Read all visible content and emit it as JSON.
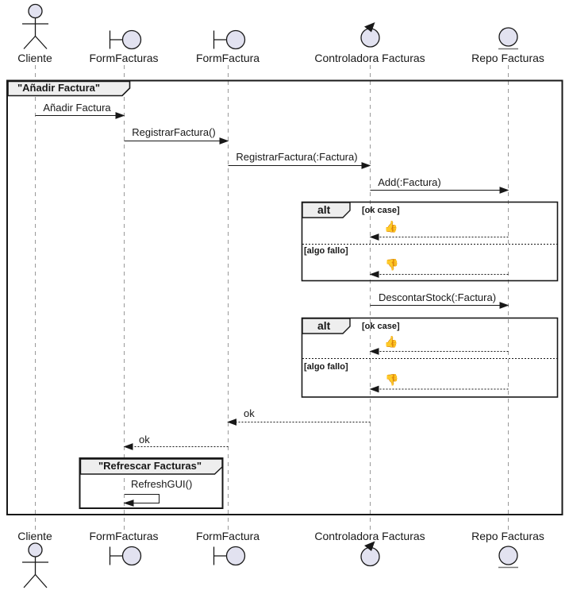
{
  "diagram": {
    "type": "uml-sequence",
    "main_frame_title": "\"Añadir Factura\"",
    "inner_frame_title": "\"Refrescar Facturas\"",
    "colors": {
      "participant_fill": "#E2E2F0",
      "stroke": "#181818",
      "frame_header_fill": "#EEEEEE",
      "lifeline": "#999999"
    }
  },
  "participants": [
    {
      "name": "Cliente",
      "type": "actor"
    },
    {
      "name": "FormFacturas",
      "type": "boundary"
    },
    {
      "name": "FormFactura",
      "type": "boundary"
    },
    {
      "name": "Controladora Facturas",
      "type": "control"
    },
    {
      "name": "Repo Facturas",
      "type": "entity"
    }
  ],
  "alt_blocks": [
    {
      "operator": "alt",
      "guards": [
        "[ok case]",
        "[algo fallo]"
      ]
    },
    {
      "operator": "alt",
      "guards": [
        "[ok case]",
        "[algo fallo]"
      ]
    }
  ],
  "messages": [
    {
      "label": "Añadir Factura",
      "from": "Cliente",
      "to": "FormFacturas",
      "style": "solid"
    },
    {
      "label": "RegistrarFactura()",
      "from": "FormFacturas",
      "to": "FormFactura",
      "style": "solid"
    },
    {
      "label": "RegistrarFactura(:Factura)",
      "from": "FormFactura",
      "to": "Controladora Facturas",
      "style": "solid"
    },
    {
      "label": "Add(:Factura)",
      "from": "Controladora Facturas",
      "to": "Repo Facturas",
      "style": "solid"
    },
    {
      "label": "👍",
      "from": "Repo Facturas",
      "to": "Controladora Facturas",
      "style": "dashed"
    },
    {
      "label": "👎",
      "from": "Repo Facturas",
      "to": "Controladora Facturas",
      "style": "dashed"
    },
    {
      "label": "DescontarStock(:Factura)",
      "from": "Controladora Facturas",
      "to": "Repo Facturas",
      "style": "solid"
    },
    {
      "label": "👍",
      "from": "Repo Facturas",
      "to": "Controladora Facturas",
      "style": "dashed"
    },
    {
      "label": "👎",
      "from": "Repo Facturas",
      "to": "Controladora Facturas",
      "style": "dashed"
    },
    {
      "label": "ok",
      "from": "Controladora Facturas",
      "to": "FormFactura",
      "style": "dashed"
    },
    {
      "label": "ok",
      "from": "FormFactura",
      "to": "FormFacturas",
      "style": "dashed"
    },
    {
      "label": "RefreshGUI()",
      "from": "FormFacturas",
      "to": "FormFacturas",
      "style": "self"
    }
  ]
}
